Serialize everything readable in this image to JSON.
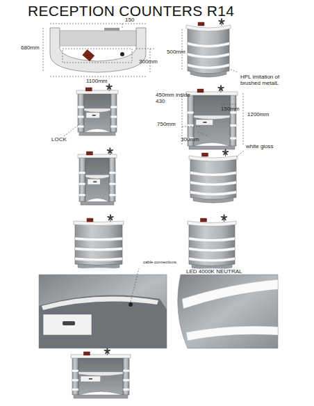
{
  "diagram": {
    "title": "RECEPTION COUNTERS R14",
    "labels": [
      "150",
      "680mm",
      "300mm",
      "1100mm",
      "500mm",
      "HPL imitation of brushed metalL",
      "LOCK",
      "450mm inside 430",
      "150mm",
      "1200mm",
      "750mm",
      "300mm",
      "white gloss",
      "cable connections",
      "LED 4000K NEUTRAL"
    ]
  }
}
